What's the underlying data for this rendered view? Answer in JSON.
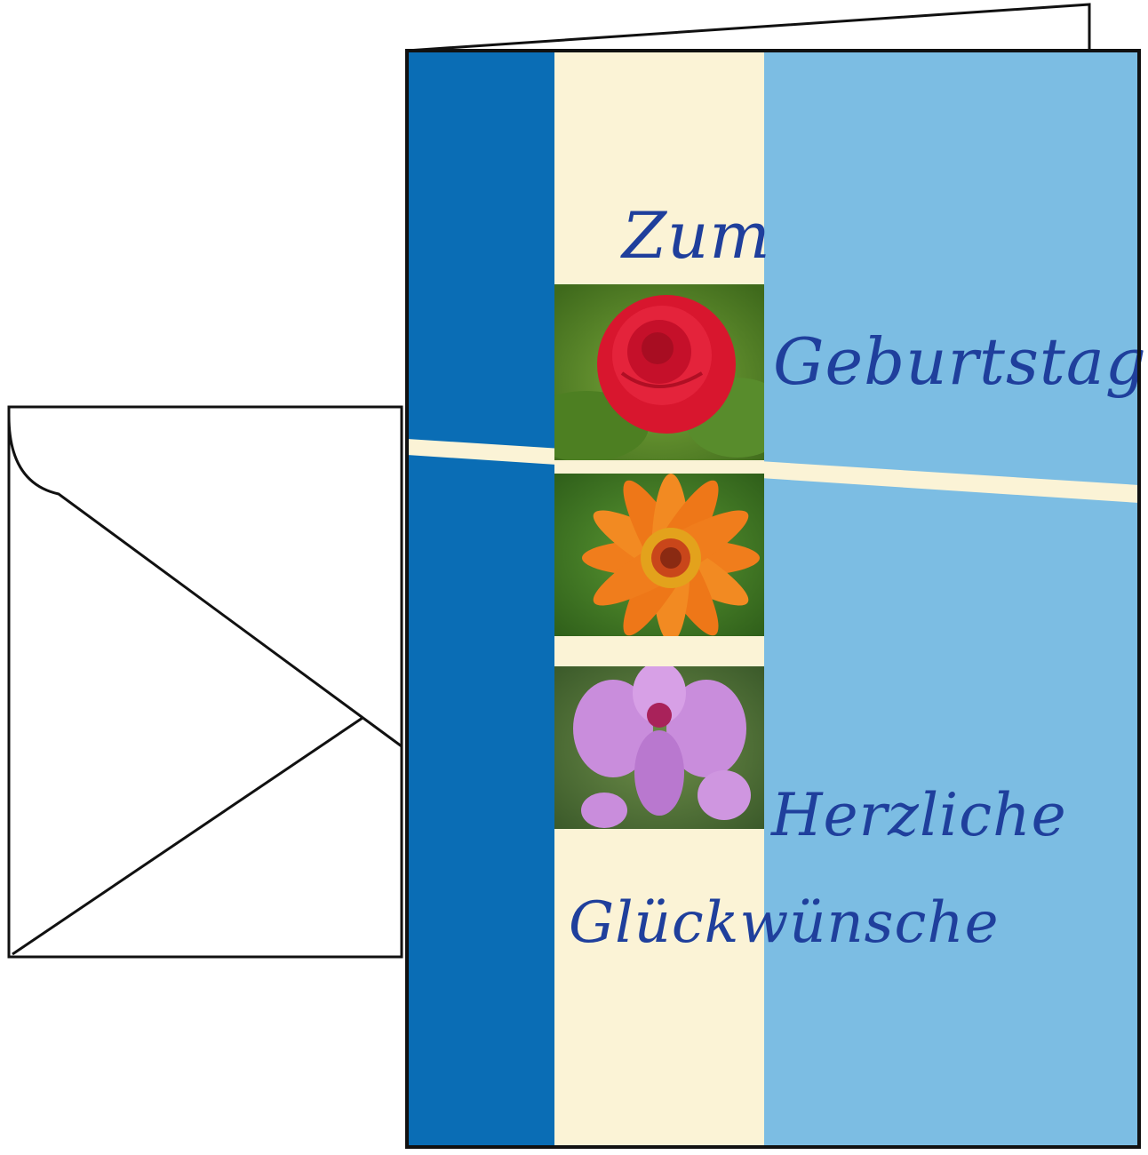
{
  "card": {
    "greeting_top_line1": "Zum",
    "greeting_top_line2": "Geburtstag",
    "greeting_bottom_line1": "Herzliche",
    "greeting_bottom_line2": "Glückwünsche"
  },
  "colors": {
    "dark_blue": "#0a6db5",
    "light_blue": "#7cbde3",
    "cream": "#fbf3d6",
    "script_ink": "#1f3f9c",
    "outline": "#111111"
  },
  "icons": {
    "envelope": "envelope-icon",
    "rose": "red-rose-photo",
    "zinnia": "orange-zinnia-photo",
    "orchid": "purple-orchid-photo"
  }
}
